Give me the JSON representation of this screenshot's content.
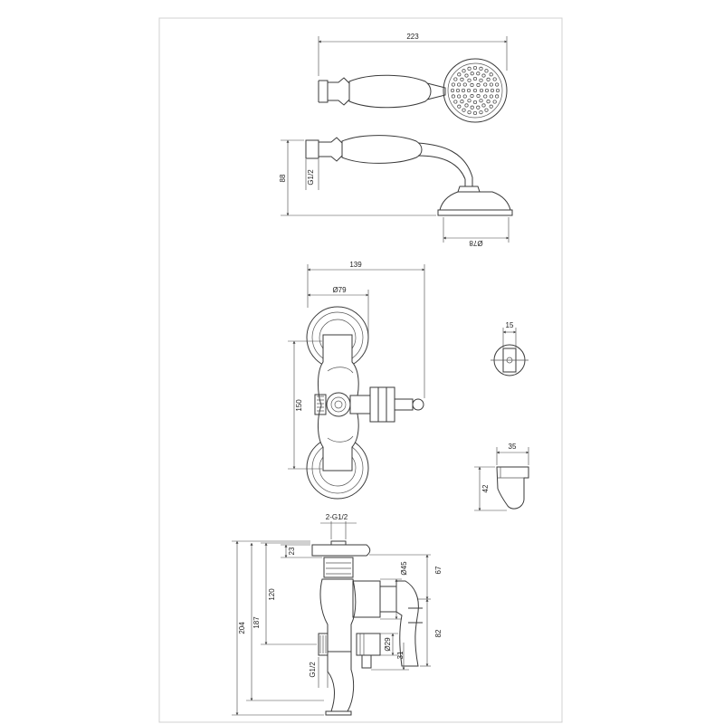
{
  "hand_shower": {
    "length": "223",
    "height": "88",
    "thread": "G1/2",
    "head_diameter": "Ø78"
  },
  "wall_plate": {
    "width": "139",
    "flange_diameter": "Ø79",
    "centers": "150"
  },
  "cross_section": {
    "width": "15"
  },
  "holder": {
    "width": "35",
    "height": "42"
  },
  "mixer": {
    "inlet_thread": "2-G1/2",
    "dim_23": "23",
    "dim_120": "120",
    "dim_187": "187",
    "dim_204": "204",
    "outlet_thread": "G1/2",
    "diameter_45": "Ø45",
    "diameter_29": "Ø29",
    "dim_31": "31",
    "dim_67": "67",
    "dim_82": "82"
  },
  "colors": {
    "line": "#3a3a3a",
    "frame": "#d0d0d0",
    "background": "#ffffff"
  }
}
